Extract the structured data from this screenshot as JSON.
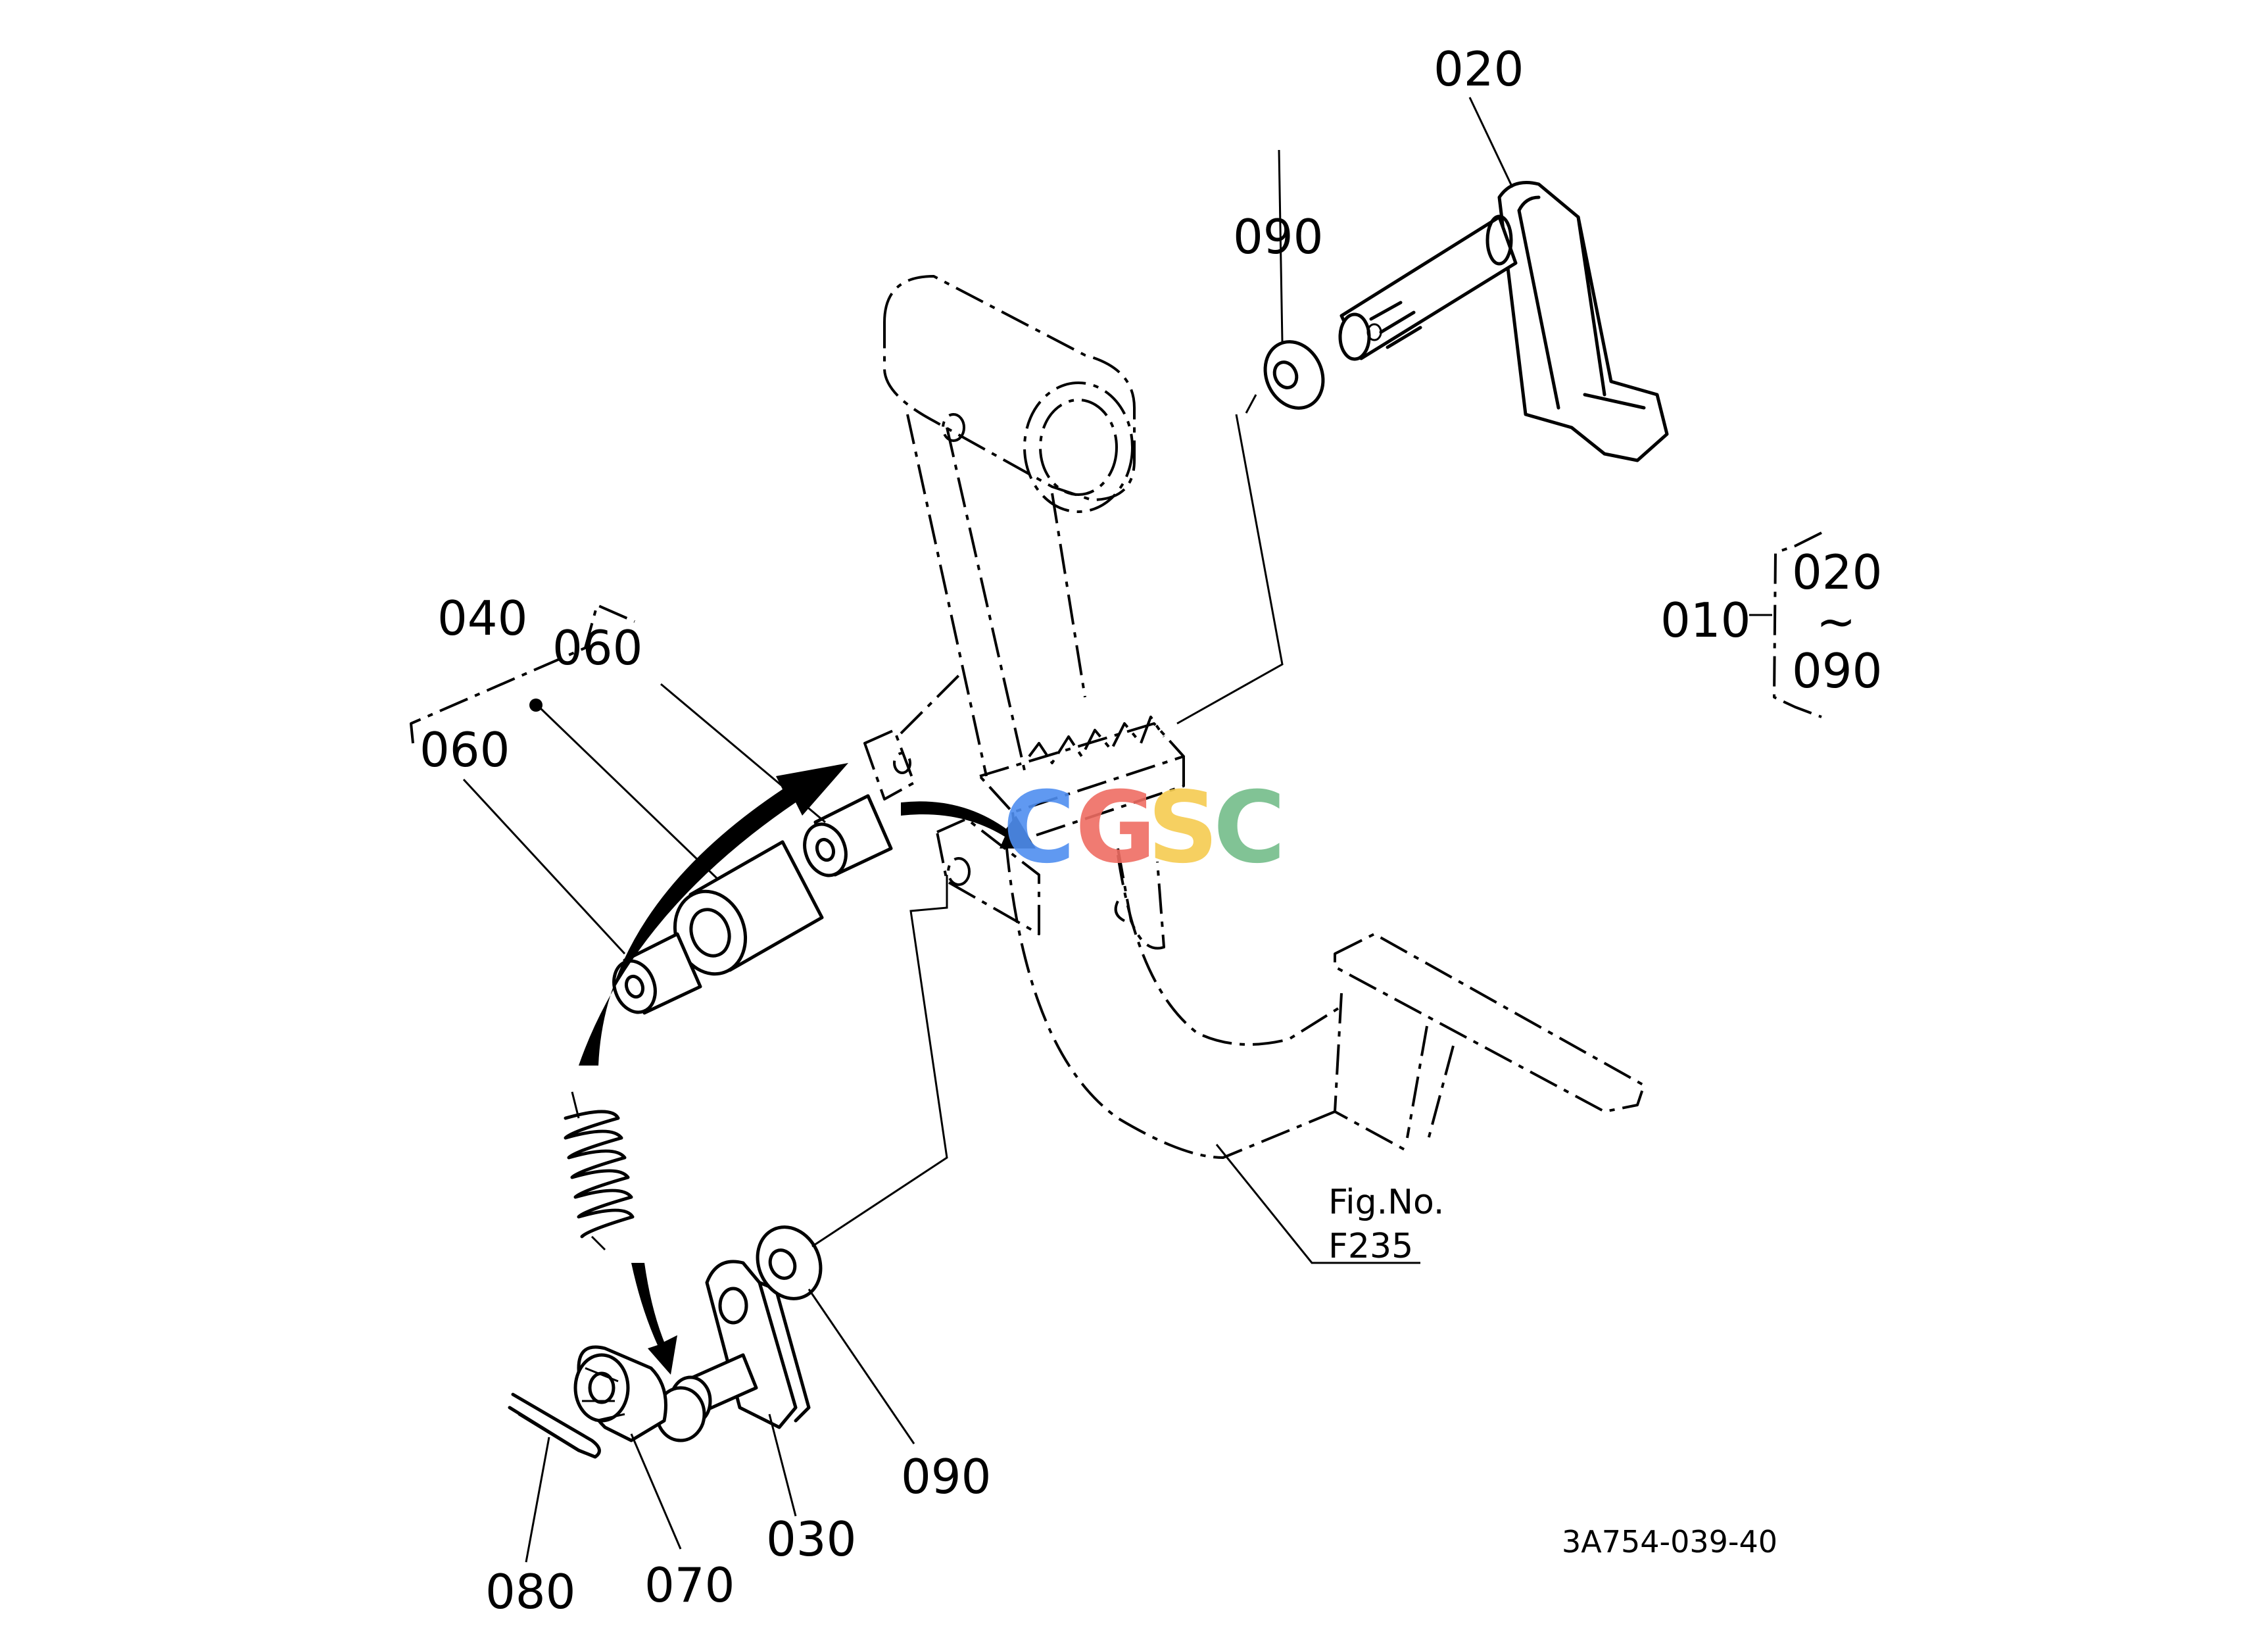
{
  "labels": {
    "p020_top": "020",
    "p090_top": "090",
    "p040": "040",
    "p060_upper": "060",
    "p060_lower": "060",
    "p010": "010",
    "range_start": "020",
    "range_tilde": "~",
    "range_end": "090",
    "p090_bottom": "090",
    "p030": "030",
    "p070": "070",
    "p080": "080",
    "fig_no": "Fig.No.",
    "fig_ref": "F235",
    "drawing_code": "3A754-039-40"
  },
  "watermark": {
    "letters": [
      "C",
      "G",
      "S",
      "C"
    ],
    "colors": [
      "#4f8ef0",
      "#ef6d63",
      "#f6cc50",
      "#74bd8a"
    ]
  }
}
